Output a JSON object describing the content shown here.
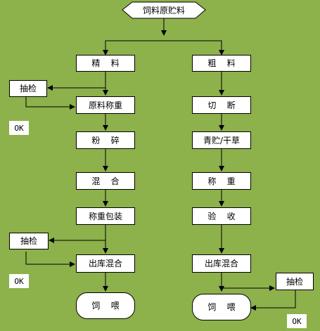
{
  "nodes": {
    "start": "饲料原贮料",
    "jingliao": "精    料",
    "culiao": "粗    料",
    "choujian1": "抽检",
    "ok1": "OK",
    "yuanliao_chengzhong": "原料称重",
    "qieduan": "切    断",
    "fensui": "粉    碎",
    "qingzhu_qiancao": "青贮/干草",
    "hunhe": "混    合",
    "chengzhong": "称    重",
    "chengzhong_baozhuang": "称重包装",
    "yanshou": "验    收",
    "choujian2": "抽检",
    "chuku_hunhe_left": "出库混合",
    "chuku_hunhe_right": "出库混合",
    "ok2": "OK",
    "choujian3": "抽检",
    "siwei_left": "饲    喂",
    "siwei_right": "饲    喂",
    "ok3": "OK"
  }
}
